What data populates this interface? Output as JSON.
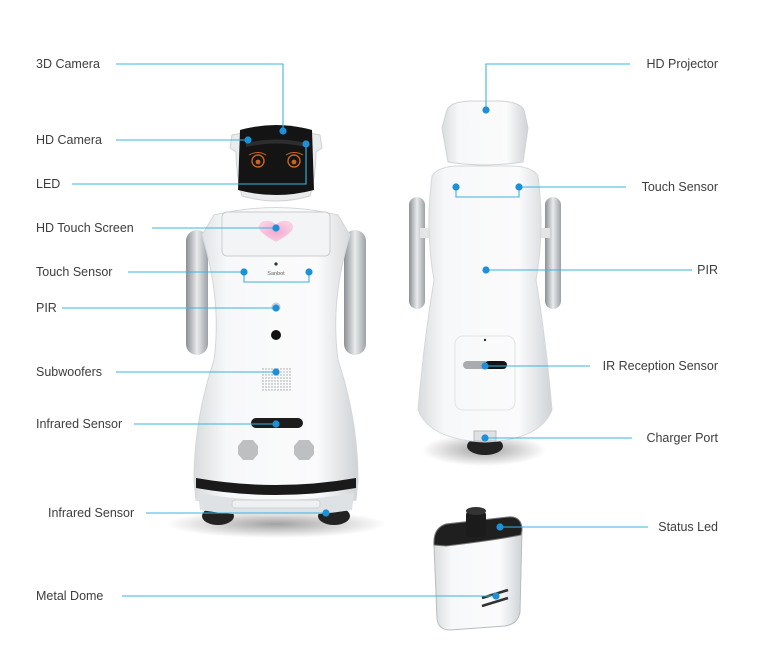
{
  "colors": {
    "leader_line": "#3ab4e3",
    "marker_dot": "#1f8fd6",
    "label_text": "#3d3d3d",
    "robot_shell": "#f2f4f5",
    "robot_face": "#151515",
    "heart": "#f29bc8",
    "eye": "#c8641e"
  },
  "front_view": {
    "brand_text": "Sanbot",
    "labels": [
      {
        "id": "3d-camera",
        "text": "3D Camera"
      },
      {
        "id": "hd-camera",
        "text": "HD Camera"
      },
      {
        "id": "led",
        "text": "LED"
      },
      {
        "id": "hd-touch-screen",
        "text": "HD Touch Screen"
      },
      {
        "id": "touch-sensor",
        "text": "Touch Sensor"
      },
      {
        "id": "pir",
        "text": "PIR"
      },
      {
        "id": "subwoofers",
        "text": "Subwoofers"
      },
      {
        "id": "infrared-sensor",
        "text": "Infrared Sensor"
      },
      {
        "id": "infrared-sensor-bottom",
        "text": "Infrared Sensor"
      }
    ]
  },
  "back_view": {
    "labels": [
      {
        "id": "hd-projector",
        "text": "HD Projector"
      },
      {
        "id": "touch-sensor",
        "text": "Touch Sensor"
      },
      {
        "id": "pir",
        "text": "PIR"
      },
      {
        "id": "ir-reception-sensor",
        "text": "IR Reception Sensor"
      },
      {
        "id": "charger-port",
        "text": "Charger Port"
      }
    ]
  },
  "charger": {
    "labels": [
      {
        "id": "status-led",
        "text": "Status Led"
      },
      {
        "id": "metal-dome",
        "text": "Metal Dome"
      }
    ]
  }
}
